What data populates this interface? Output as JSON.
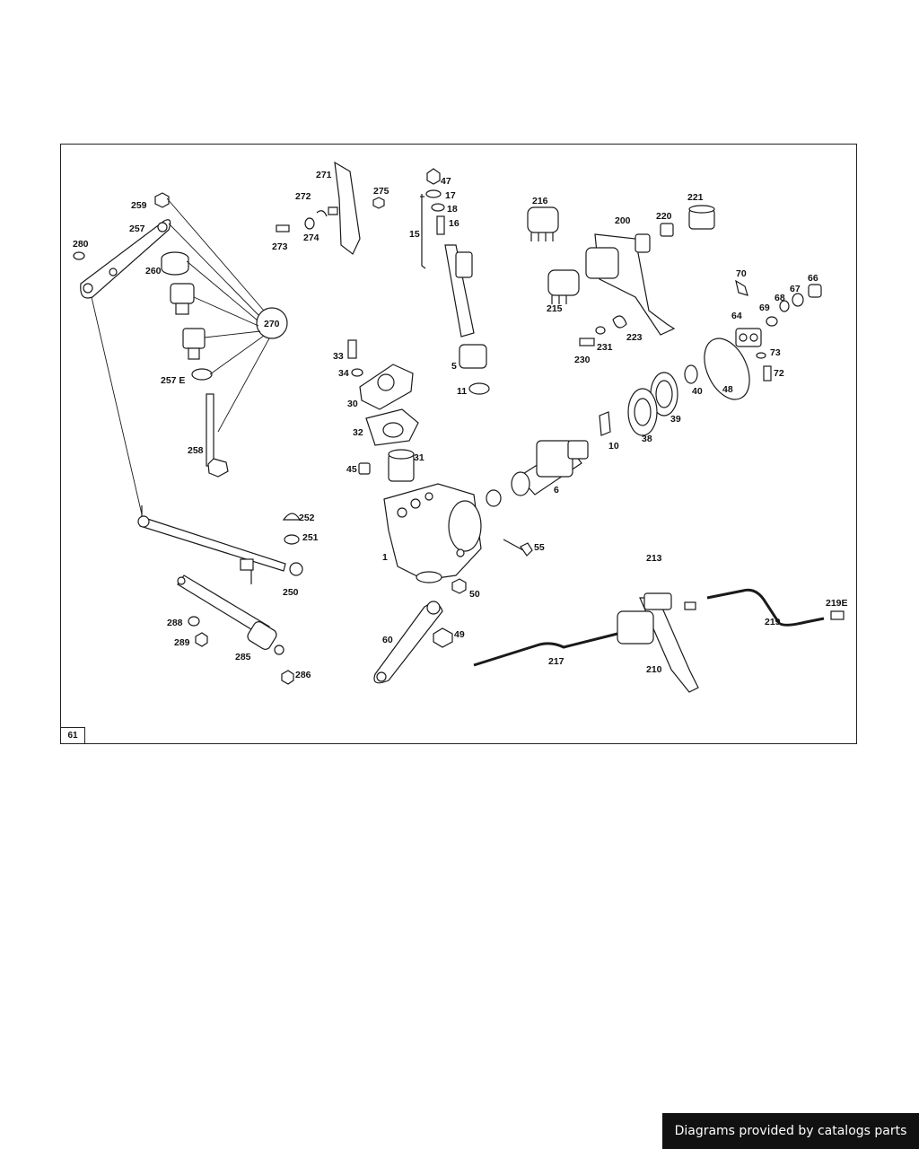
{
  "sheet_number": "61",
  "footer_text": "Diagrams provided by catalogs parts",
  "callouts": [
    "271",
    "275",
    "272",
    "274",
    "273",
    "47",
    "17",
    "18",
    "16",
    "15",
    "5",
    "11",
    "216",
    "200",
    "220",
    "221",
    "215",
    "230",
    "231",
    "223",
    "70",
    "66",
    "67",
    "68",
    "69",
    "64",
    "73",
    "72",
    "48",
    "40",
    "39",
    "38",
    "10",
    "6",
    "33",
    "34",
    "30",
    "32",
    "31",
    "45",
    "1",
    "55",
    "50",
    "49",
    "60",
    "259",
    "257",
    "280",
    "260",
    "270",
    "257 E",
    "258",
    "252",
    "251",
    "250",
    "288",
    "289",
    "285",
    "286",
    "213",
    "219E",
    "219",
    "217",
    "210"
  ],
  "colors": {
    "line": "#1a1a1a",
    "fill": "#ffffff",
    "banner": "#111111"
  }
}
